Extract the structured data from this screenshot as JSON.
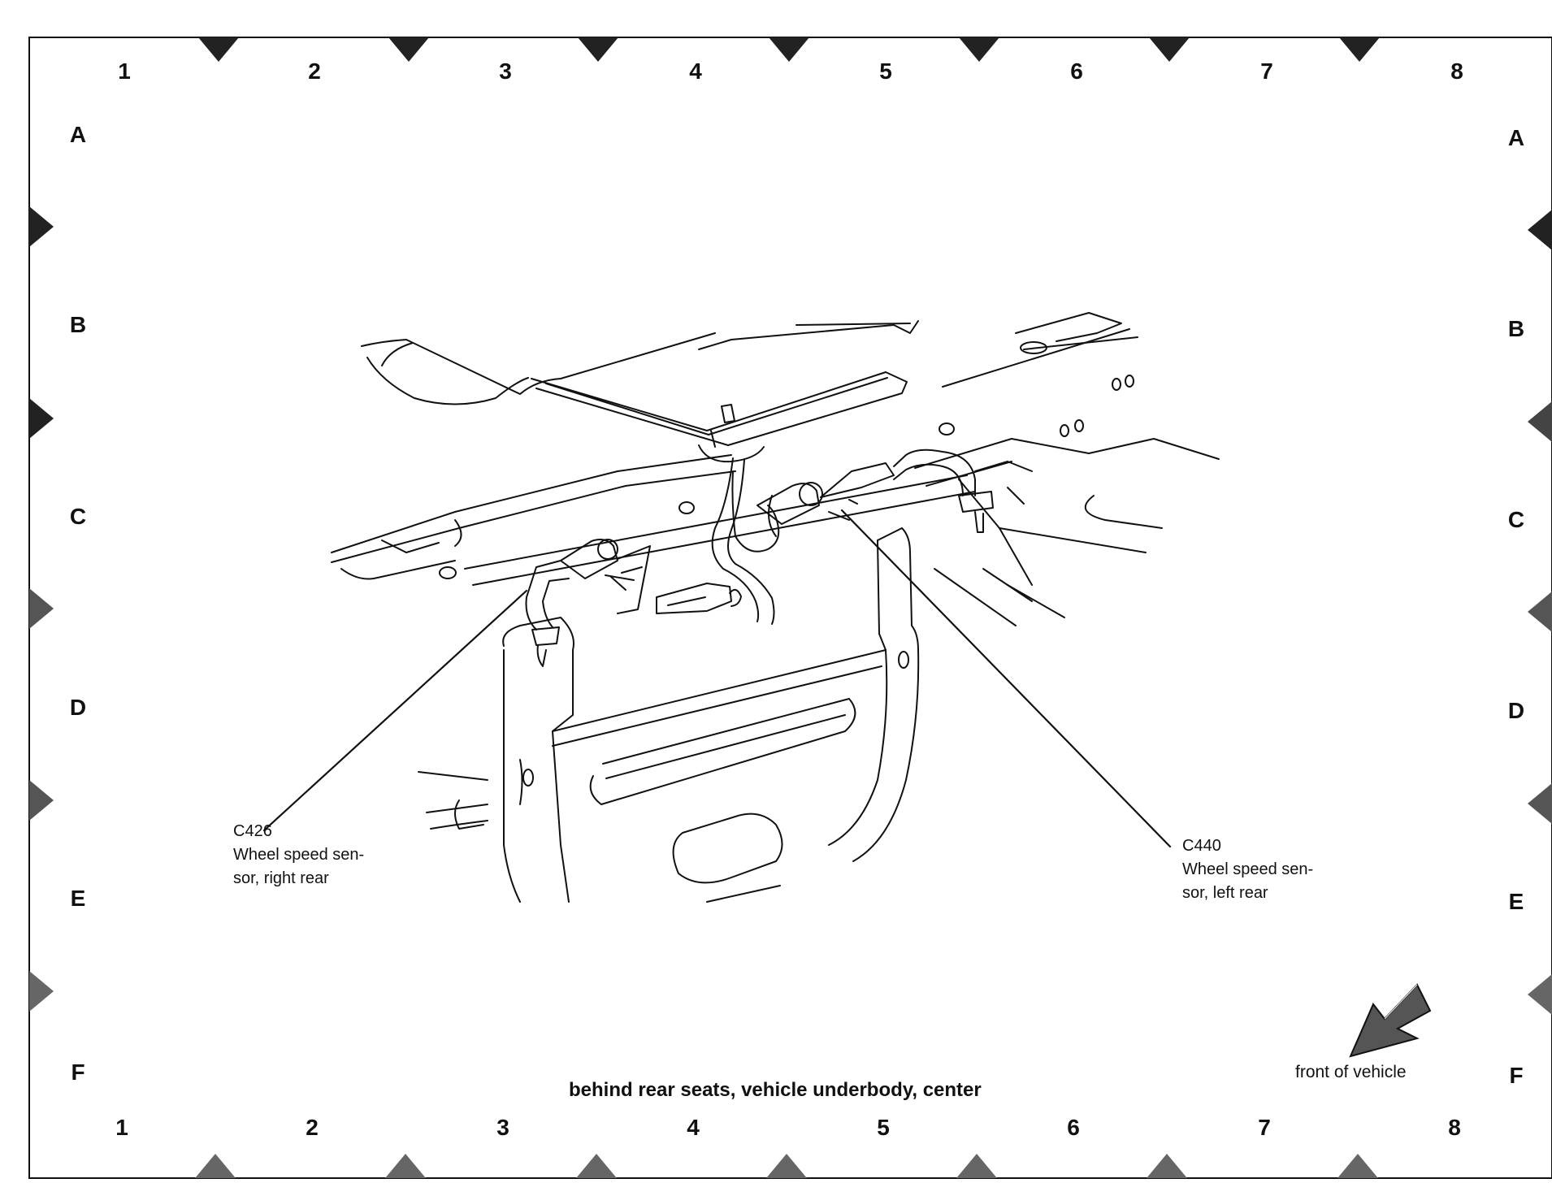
{
  "grid": {
    "columns": [
      "1",
      "2",
      "3",
      "4",
      "5",
      "6",
      "7",
      "8"
    ],
    "rows": [
      "A",
      "B",
      "C",
      "D",
      "E",
      "F"
    ]
  },
  "callouts": {
    "c426": {
      "connector_id": "C426",
      "description_line1": "Wheel speed sen-",
      "description_line2": "sor, right rear"
    },
    "c440": {
      "connector_id": "C440",
      "description_line1": "Wheel speed sen-",
      "description_line2": "sor, left rear"
    }
  },
  "caption": "behind rear seats, vehicle underbody, center",
  "orientation": {
    "label": "front of vehicle",
    "icon": "front-arrow-icon"
  },
  "colors": {
    "ink": "#111111",
    "arrow_fill": "#555555",
    "page": "#ffffff"
  }
}
